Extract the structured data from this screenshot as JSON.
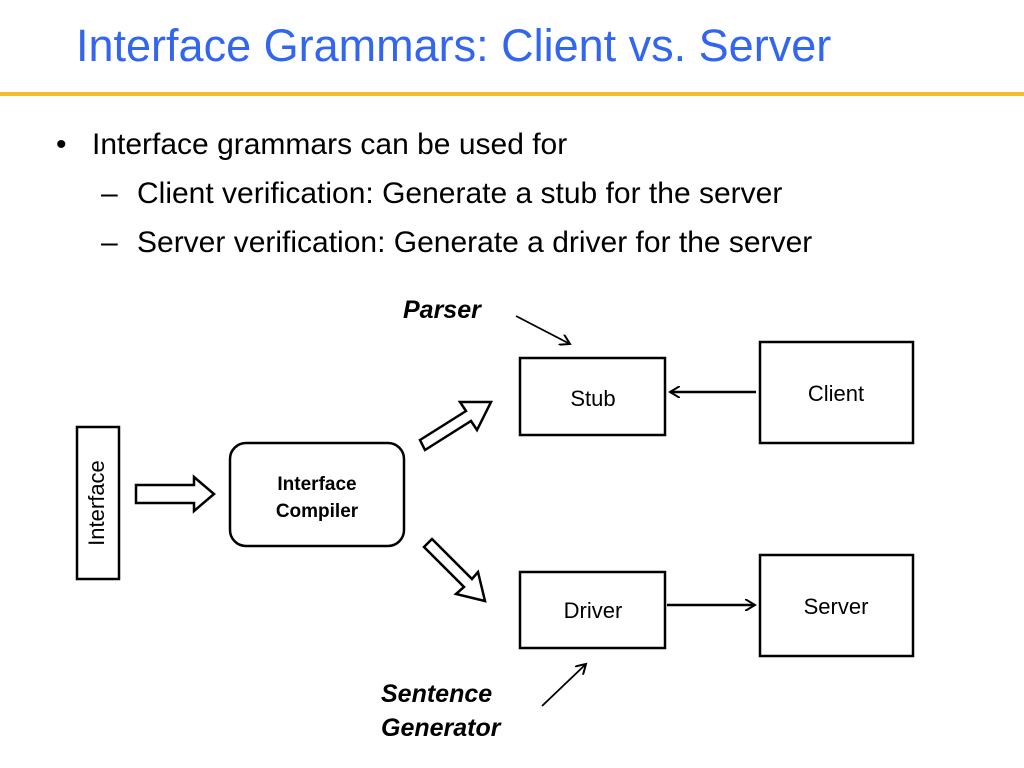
{
  "slide": {
    "title": "Interface Grammars: Client vs. Server",
    "bullets": [
      {
        "marker": "•",
        "text": "Interface grammars can be used for"
      },
      {
        "marker": "–",
        "text": "Client verification: Generate a stub for the server"
      },
      {
        "marker": "–",
        "text": "Server verification: Generate a driver for the server"
      }
    ]
  },
  "diagram": {
    "interface_label": "Interface",
    "compiler_line1": "Interface",
    "compiler_line2": "Compiler",
    "stub_label": "Stub",
    "driver_label": "Driver",
    "client_label": "Client",
    "server_label": "Server",
    "parser_label": "Parser",
    "sentence_generator_line1": "Sentence",
    "sentence_generator_line2": "Generator"
  },
  "colors": {
    "title": "#3366ee",
    "rule": "#f4bc2a",
    "stroke": "#000000",
    "background": "#ffffff"
  }
}
